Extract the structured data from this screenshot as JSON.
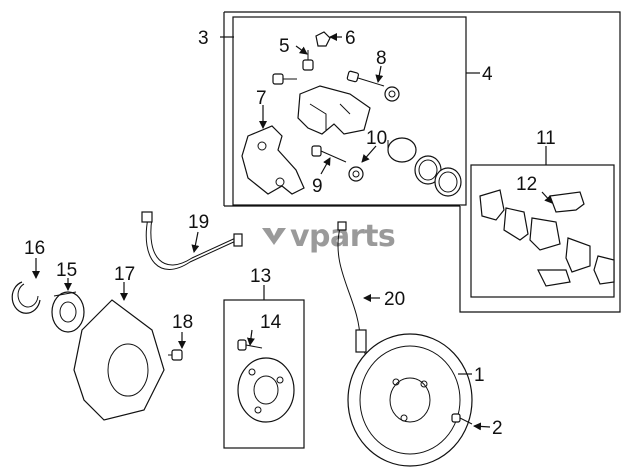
{
  "watermark": {
    "text": "vparts",
    "color": "#9a9a9a"
  },
  "callouts": {
    "c1": "1",
    "c2": "2",
    "c3": "3",
    "c4": "4",
    "c5": "5",
    "c6": "6",
    "c7": "7",
    "c8": "8",
    "c9": "9",
    "c10": "10",
    "c11": "11",
    "c12": "12",
    "c13": "13",
    "c14": "14",
    "c15": "15",
    "c16": "16",
    "c17": "17",
    "c18": "18",
    "c19": "19",
    "c20": "20"
  }
}
